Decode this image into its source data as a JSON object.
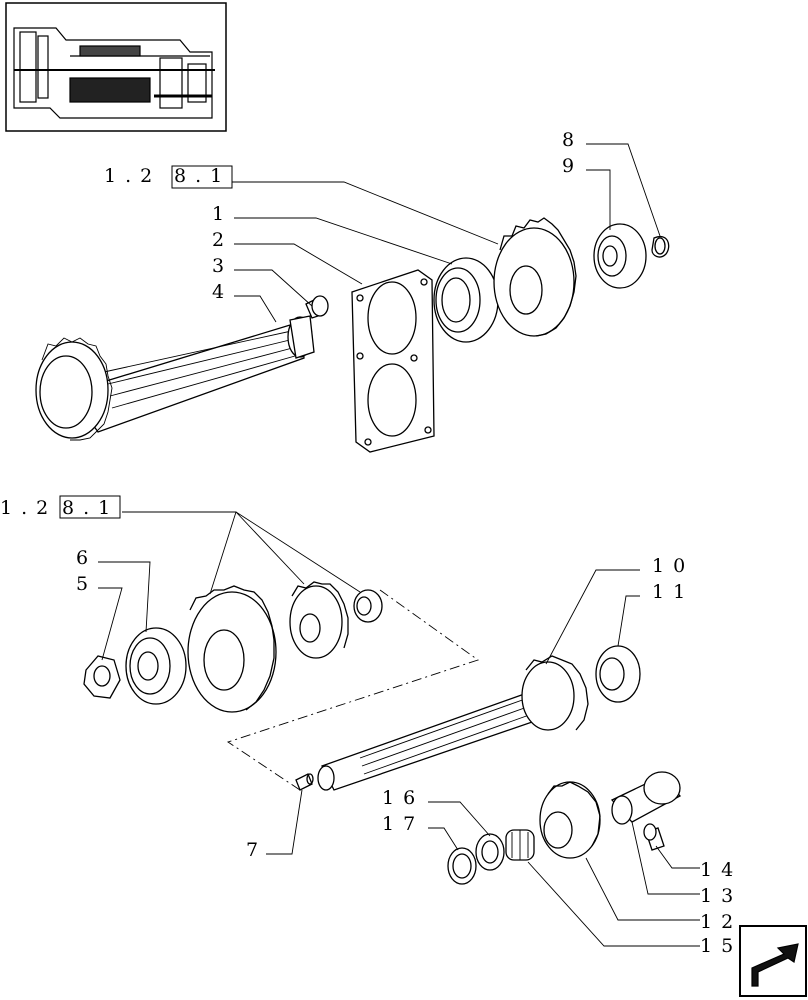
{
  "labels": {
    "l1": "1",
    "l2": "2",
    "l3": "3",
    "l4": "4",
    "l5": "5",
    "l6": "6",
    "l7": "7",
    "l8": "8",
    "l9": "9",
    "l10": "10",
    "l11": "11",
    "l12": "12",
    "l13": "13",
    "l14": "14",
    "l15": "15",
    "l16": "16",
    "l17": "17"
  },
  "refs": {
    "top_prefix": "1.2",
    "top_box": "8.1",
    "mid_prefix": "1.2",
    "mid_box": "8.1"
  },
  "icons": {
    "overview": "transmission-overview-thumbnail",
    "nav": "next-page-arrow-icon"
  }
}
